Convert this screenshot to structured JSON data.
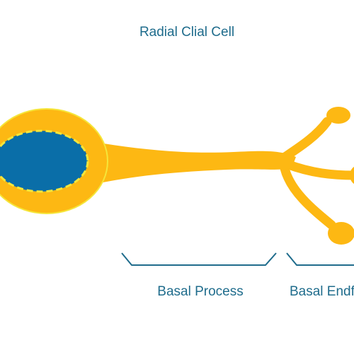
{
  "title": "Radial Clial Cell",
  "labels": {
    "basal_process": "Basal Process",
    "basal_endfeet": "Basal Endfeet"
  },
  "colors": {
    "cell_fill": "#FDB813",
    "cell_outline": "#F5E63A",
    "nucleus_fill": "#0A6EA8",
    "nucleus_outline": "#F5E63A",
    "bracket": "#1F6C8C",
    "text": "#1F6C8C",
    "background": "#FFFFFF"
  }
}
